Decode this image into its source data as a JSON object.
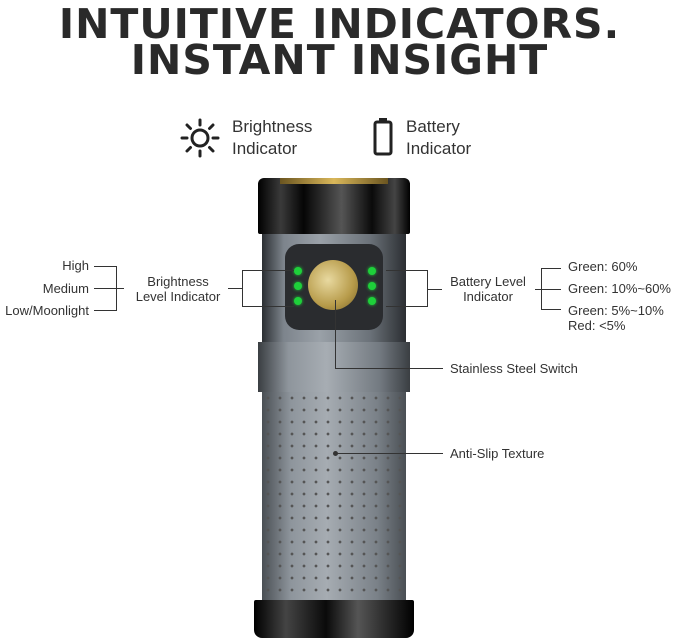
{
  "title": {
    "line1": "INTUITIVE INDICATORS.",
    "line2": "INSTANT INSIGHT"
  },
  "legend": [
    {
      "icon": "sun-icon",
      "line1": "Brightness",
      "line2": "Indicator"
    },
    {
      "icon": "battery-icon",
      "line1": "Battery",
      "line2": "Indicator"
    }
  ],
  "brightness": {
    "label1": "Brightness",
    "label2": "Level Indicator",
    "levels": [
      "High",
      "Medium",
      "Low/Moonlight"
    ]
  },
  "battery": {
    "label1": "Battery Level",
    "label2": "Indicator",
    "levels": [
      "Green:  60%",
      "Green: 10%~60%",
      "Green: 5%~10%",
      "Red: <5%"
    ]
  },
  "callouts": {
    "switch": "Stainless Steel Switch",
    "texture": "Anti-Slip Texture"
  },
  "colors": {
    "led": "#1ed03a",
    "body": "#8a9199",
    "head": "#111111"
  }
}
